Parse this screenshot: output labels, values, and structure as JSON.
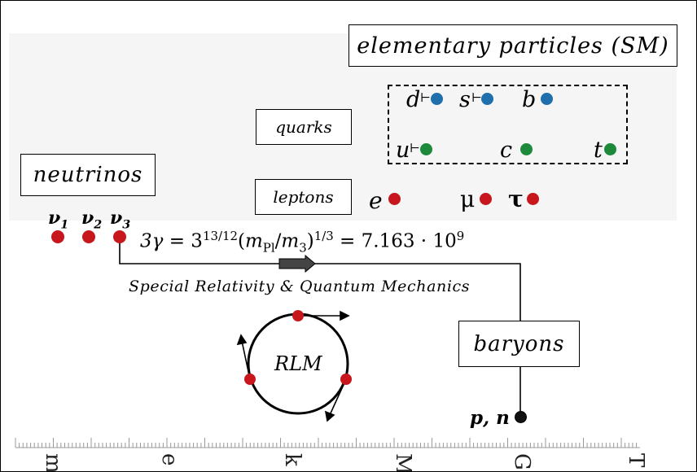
{
  "title": "elementary particles (SM)",
  "labels": {
    "quarks": "quarks",
    "leptons": "leptons",
    "neutrinos": "neutrinos",
    "baryons": "baryons",
    "rlm": "RLM",
    "relativity": "Special Relativity & Quantum Mechanics",
    "pn": "p, n"
  },
  "quarks": {
    "d": "d",
    "s": "s",
    "b": "b",
    "u": "u",
    "c": "c",
    "t": "t"
  },
  "leptons": {
    "e": "e",
    "mu": "μ",
    "tau": "τ"
  },
  "neutrinos": {
    "v1": "ν",
    "v2": "ν",
    "v3": "ν",
    "sub1": "1",
    "sub2": "2",
    "sub3": "3"
  },
  "equation": {
    "lhs": "3γ",
    "base": "3",
    "exponent": "13/12",
    "m_pl": "m",
    "pl_sub": "Pl",
    "m3": "m",
    "m3_sub": "3",
    "power": "1/3",
    "value": "7.163",
    "value_base": "10",
    "value_exp": "9"
  },
  "ruler_letters": [
    "m",
    "e",
    "k",
    "M",
    "G",
    "T"
  ],
  "colors": {
    "neutrino_dot": "#c8161d",
    "lepton_dot": "#c8161d",
    "down_type_dot": "#1f6fad",
    "up_type_dot": "#1c8a3a",
    "rlm_dot": "#c8161d",
    "baryon_dot": "#111111"
  }
}
